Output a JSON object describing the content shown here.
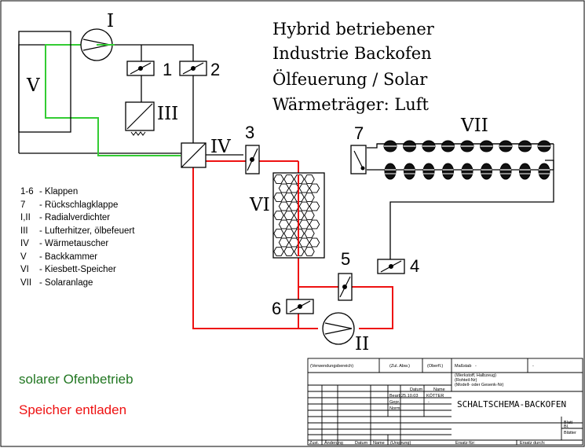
{
  "title": {
    "line1": "Hybrid betriebener",
    "line2": "Industrie Backofen",
    "line3": "Ölfeuerung / Solar",
    "line4": "Wärmeträger: Luft"
  },
  "labels": {
    "I": "I",
    "II": "II",
    "III": "III",
    "IV": "IV",
    "V": "V",
    "VI": "VI",
    "VII": "VII",
    "n1": "1",
    "n2": "2",
    "n3": "3",
    "n4": "4",
    "n5": "5",
    "n6": "6",
    "n7": "7"
  },
  "legend": [
    {
      "key": "1-6",
      "text": "-  Klappen"
    },
    {
      "key": "7",
      "text": "-  Rückschlagklappe"
    },
    {
      "key": "I,II",
      "text": "-  Radialverdichter"
    },
    {
      "key": "III",
      "text": "-  Lufterhitzer, ölbefeuert"
    },
    {
      "key": "IV",
      "text": "-  Wärmetauscher"
    },
    {
      "key": "V",
      "text": "-  Backkammer"
    },
    {
      "key": "VI",
      "text": "-  Kiesbett-Speicher"
    },
    {
      "key": "VII",
      "text": "-  Solaranlage"
    }
  ],
  "modes": {
    "green": "solarer Ofenbetrieb",
    "red": "Speicher entladen"
  },
  "colors": {
    "green_path": "#33cc33",
    "red_path": "#ee1111",
    "mode_green_text": "#227722",
    "mode_red_text": "#ee1111",
    "line": "#000000",
    "gray_line": "#808080"
  },
  "title_block": {
    "verwendungsbereich": "(Verwendungsbereich)",
    "zul_abw": "(Zul. Abw.)",
    "oberfl": "(Oberfl.)",
    "massstab": "Maßstab",
    "gewicht": "-",
    "werkstoff": "(Werkstoff, Halbzeug)",
    "rohteil": "(Rohteil-Nr)",
    "modell": "(Modell- oder Gesenk-Nr)",
    "datum_hdr": "Datum",
    "name_hdr": "Name",
    "bearb": "Bearb.",
    "bearb_datum": "25.10.03",
    "bearb_name": "KÖTTER",
    "gepr": "Gepr.",
    "gepr_name": "-",
    "norm": "Norm",
    "drawing_title": "SCHALTSCHEMA-BACKOFEN",
    "blatt": "Blatt",
    "bl": "Bl.",
    "blaetter": "Blätter",
    "zust": "Zust.",
    "aenderung": "Änderung",
    "datum_f": "Datum",
    "name_f": "Name",
    "ursprung": "(Ursprung)",
    "ersatz_fuer": "Ersatz für:",
    "ersatz_durch": "Ersatz durch:"
  }
}
